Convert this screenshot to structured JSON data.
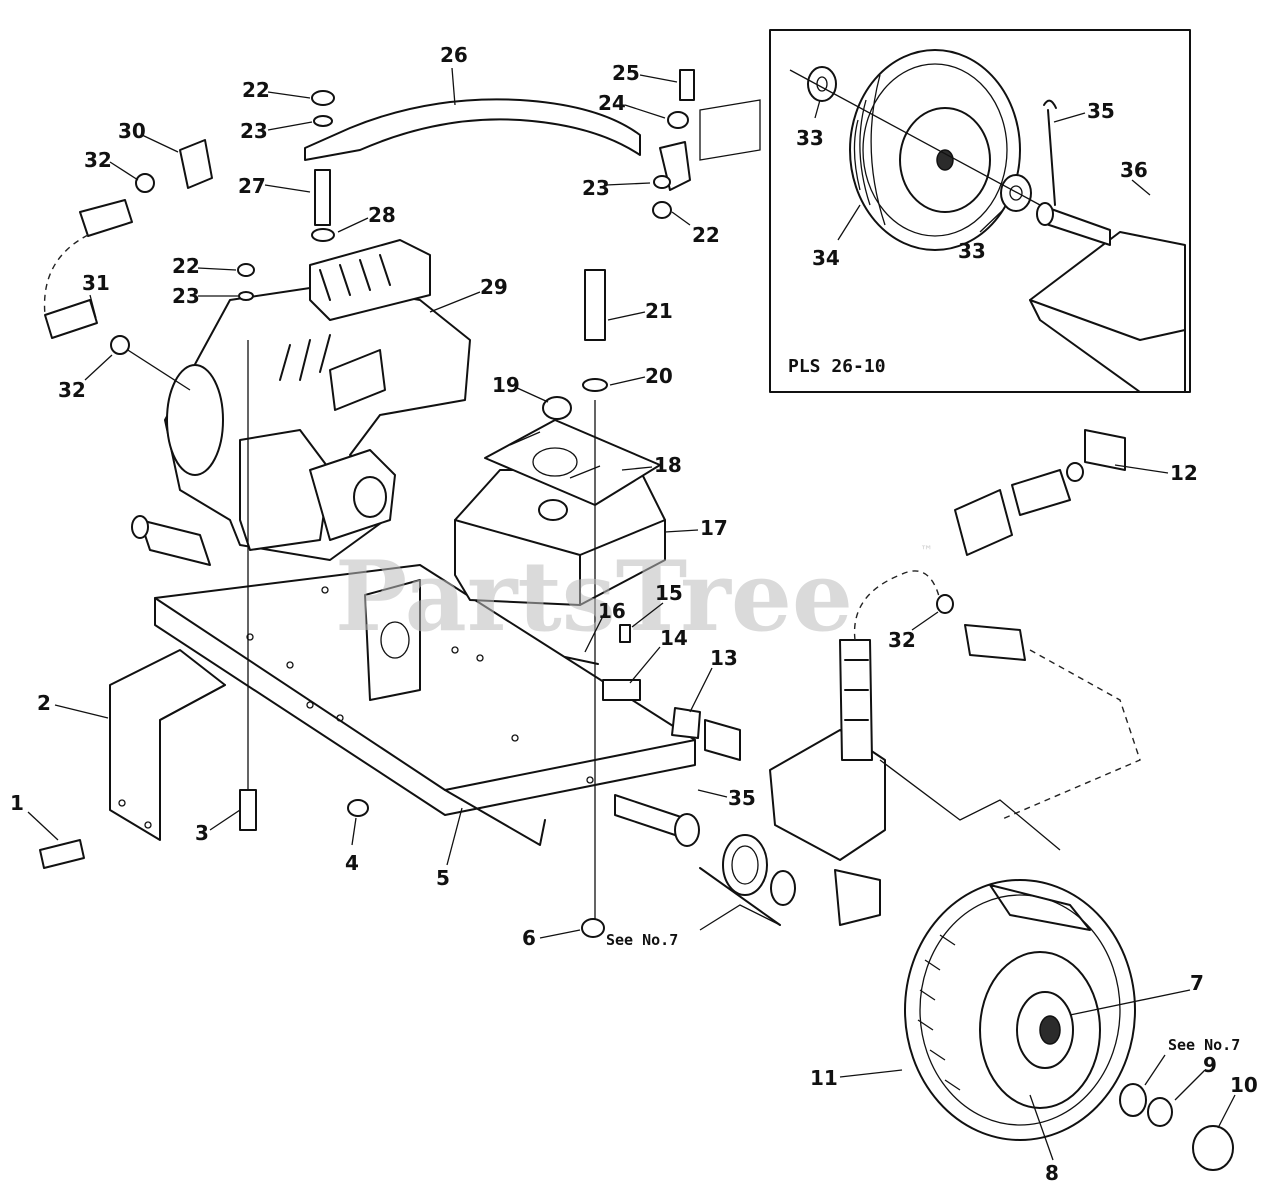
{
  "watermark": {
    "text": "PartsTree",
    "trademark": "™"
  },
  "inset": {
    "label": "PLS 26-10"
  },
  "notes": {
    "see_no_7": "See No.7"
  },
  "callouts": [
    "1",
    "2",
    "3",
    "4",
    "5",
    "6",
    "7",
    "8",
    "9",
    "10",
    "11",
    "12",
    "13",
    "14",
    "15",
    "16",
    "17",
    "18",
    "19",
    "20",
    "21",
    "22",
    "23",
    "24",
    "25",
    "26",
    "27",
    "28",
    "29",
    "30",
    "31",
    "32",
    "33",
    "34",
    "35",
    "36"
  ]
}
